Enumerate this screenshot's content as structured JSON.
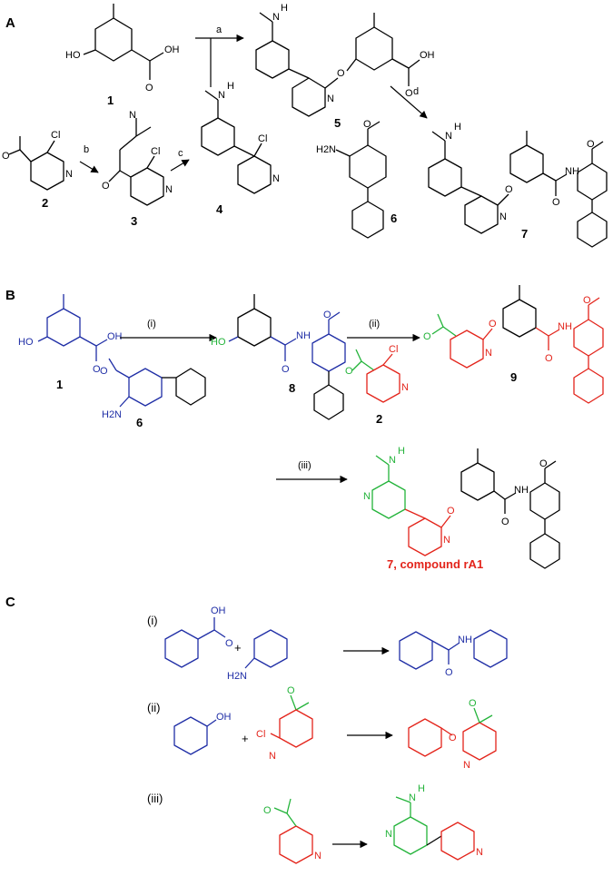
{
  "colors": {
    "line": "#000000",
    "blue": "#1f2ea6",
    "red": "#e3241b",
    "green": "#23b33a"
  },
  "panels": {
    "a": "A",
    "b": "B",
    "c": "C"
  },
  "steps": {
    "a": "a",
    "b": "b",
    "c": "c",
    "d": "d",
    "i": "(i)",
    "ii": "(ii)",
    "iii": "(iii)"
  },
  "compounds": {
    "c1": "1",
    "c2": "2",
    "c3": "3",
    "c4": "4",
    "c5": "5",
    "c6": "6",
    "c7": "7",
    "c8": "8",
    "c9": "9",
    "rA1": "7, compound rA1"
  },
  "atoms": {
    "HO": "HO",
    "OH": "OH",
    "O": "O",
    "N": "N",
    "NH": "NH",
    "H": "H",
    "H2N": "H2N",
    "Cl": "Cl",
    "plus": "+"
  }
}
